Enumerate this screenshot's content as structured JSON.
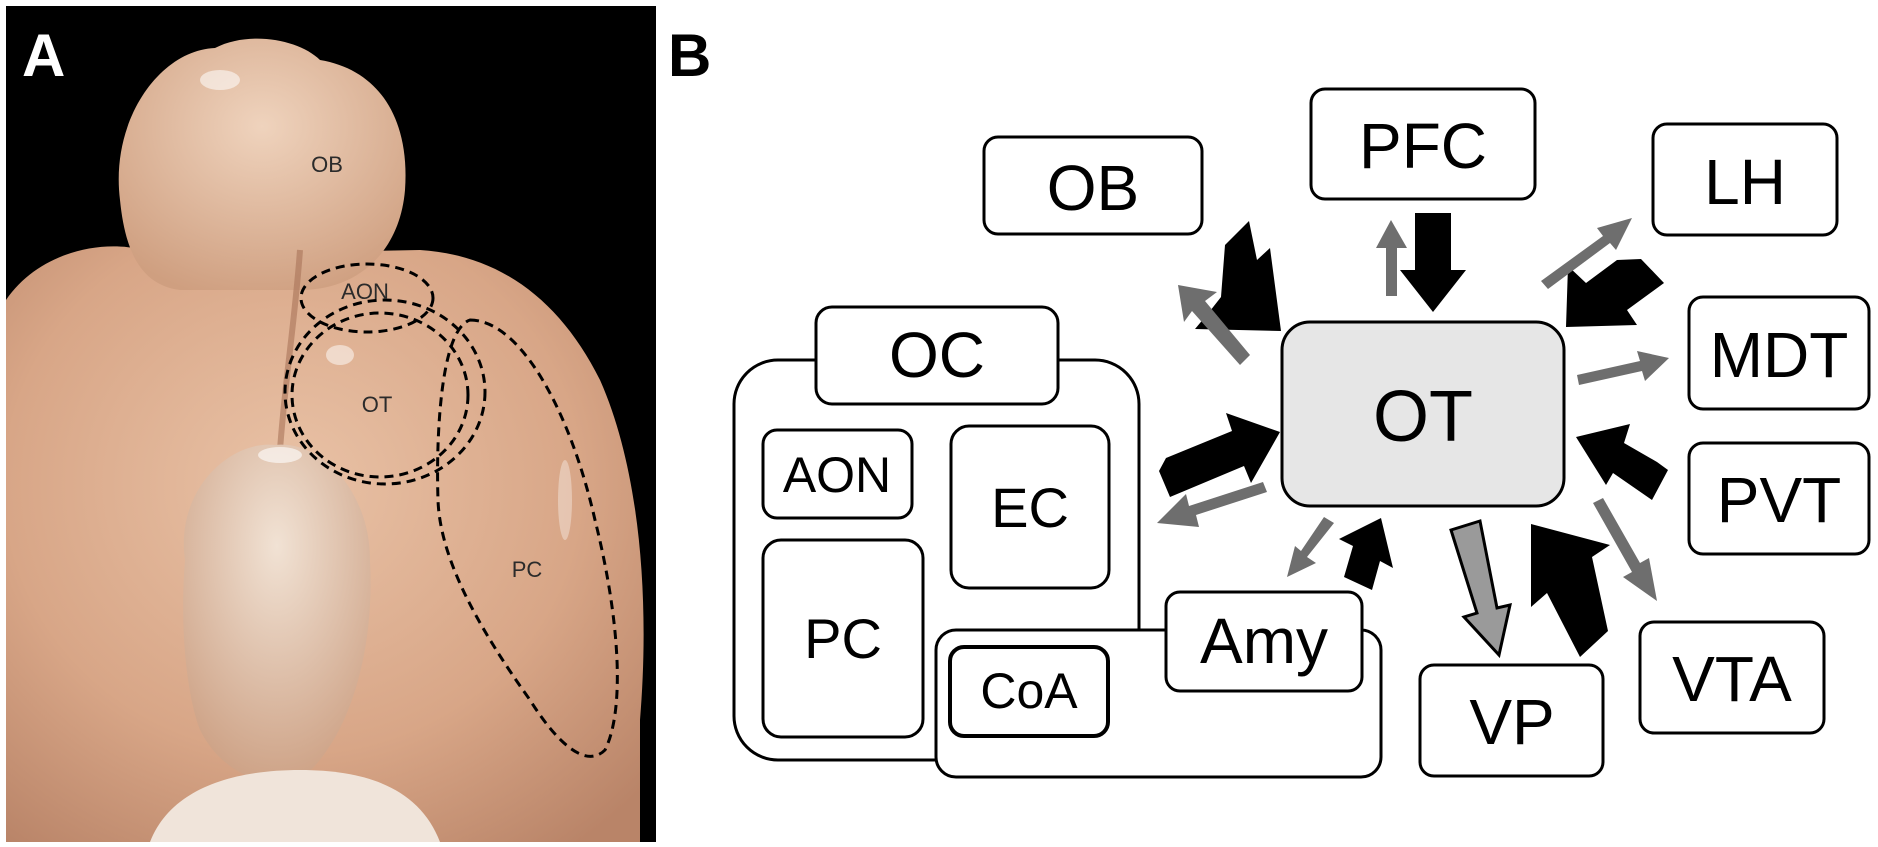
{
  "panels": {
    "a_letter": "A",
    "b_letter": "B"
  },
  "photo_labels": {
    "ob": "OB",
    "aon": "AON",
    "ot": "OT",
    "pc": "PC"
  },
  "nodes": {
    "ot": "OT",
    "ob": "OB",
    "pfc": "PFC",
    "lh": "LH",
    "mdt": "MDT",
    "pvt": "PVT",
    "vta": "VTA",
    "vp": "VP",
    "amy": "Amy",
    "oc": "OC",
    "aon": "AON",
    "ec": "EC",
    "pc": "PC",
    "coa": "CoA"
  },
  "colors": {
    "input_arrow": "#000000",
    "output_arrow": "#6e6e6e",
    "vp_arrow_fill": "#9a9a9a",
    "ot_fill": "#e6e6e6",
    "photo_background": "#000000",
    "tissue": "#d9a98a"
  }
}
